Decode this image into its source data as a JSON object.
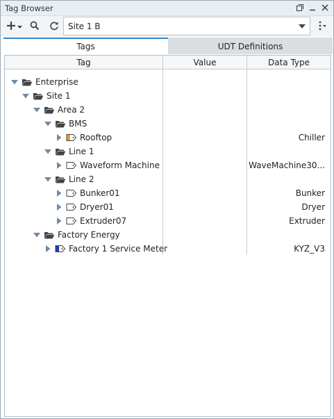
{
  "window": {
    "title": "Tag Browser"
  },
  "toolbar": {
    "provider": "Site 1 B"
  },
  "tabs": [
    {
      "label": "Tags",
      "active": true
    },
    {
      "label": "UDT Definitions",
      "active": false
    }
  ],
  "table": {
    "columns": [
      "Tag",
      "Value",
      "Data Type"
    ],
    "rows": [
      {
        "label": "Enterprise",
        "depth": 0,
        "expander": "expanded",
        "icon": "folder-open-icon",
        "value": "",
        "data_type": ""
      },
      {
        "label": "Site 1",
        "depth": 1,
        "expander": "expanded",
        "icon": "folder-open-icon",
        "value": "",
        "data_type": ""
      },
      {
        "label": "Area 2",
        "depth": 2,
        "expander": "expanded",
        "icon": "folder-open-icon",
        "value": "",
        "data_type": ""
      },
      {
        "label": "BMS",
        "depth": 3,
        "expander": "expanded",
        "icon": "folder-open-icon",
        "value": "",
        "data_type": ""
      },
      {
        "label": "Rooftop",
        "depth": 4,
        "expander": "collapsed",
        "icon": "udt-instance-orange-icon",
        "value": "",
        "data_type": "Chiller"
      },
      {
        "label": "Line 1",
        "depth": 3,
        "expander": "expanded",
        "icon": "folder-open-icon",
        "value": "",
        "data_type": ""
      },
      {
        "label": "Waveform Machine",
        "depth": 4,
        "expander": "collapsed",
        "icon": "udt-instance-icon",
        "value": "",
        "data_type": "WaveMachine30..."
      },
      {
        "label": "Line 2",
        "depth": 3,
        "expander": "expanded",
        "icon": "folder-open-icon",
        "value": "",
        "data_type": ""
      },
      {
        "label": "Bunker01",
        "depth": 4,
        "expander": "collapsed",
        "icon": "udt-instance-icon",
        "value": "",
        "data_type": "Bunker"
      },
      {
        "label": "Dryer01",
        "depth": 4,
        "expander": "collapsed",
        "icon": "udt-instance-icon",
        "value": "",
        "data_type": "Dryer"
      },
      {
        "label": "Extruder07",
        "depth": 4,
        "expander": "collapsed",
        "icon": "udt-instance-icon",
        "value": "",
        "data_type": "Extruder"
      },
      {
        "label": "Factory Energy",
        "depth": 2,
        "expander": "expanded",
        "icon": "folder-open-icon",
        "value": "",
        "data_type": ""
      },
      {
        "label": "Factory 1 Service Meter",
        "depth": 3,
        "expander": "collapsed",
        "icon": "udt-instance-blue-icon",
        "value": "",
        "data_type": "KYZ_V3"
      }
    ]
  },
  "colors": {
    "accent": "#2e86d0",
    "tree_arrow": "#6f8aa6",
    "icon_gray": "#444444",
    "udt_orange": "#f29b1d",
    "udt_blue": "#1f3fa8"
  }
}
